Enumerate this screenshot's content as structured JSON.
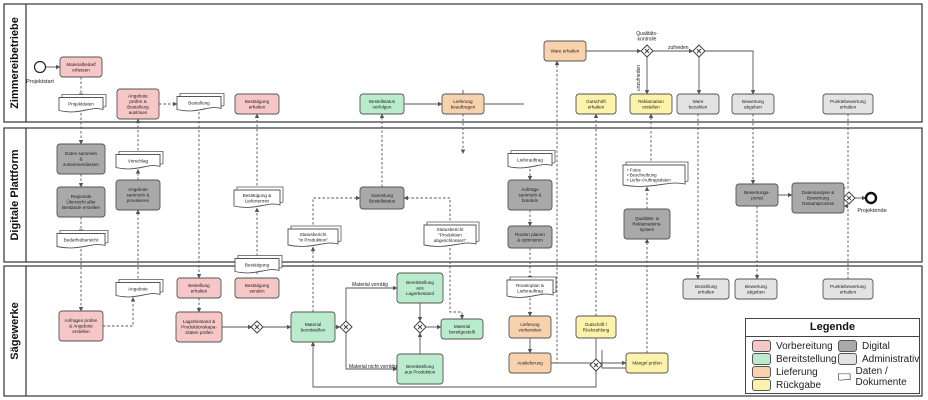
{
  "lanes": [
    {
      "id": "z",
      "label": "Zimmereibetriebe"
    },
    {
      "id": "d",
      "label": "Digitale Plattform"
    },
    {
      "id": "s",
      "label": "Sägewerke"
    }
  ],
  "colors": {
    "vorbereitung": "#f7c6c7",
    "bereitstellung": "#b9ebcc",
    "lieferung": "#f8d1ad",
    "rueckgabe": "#fdf2a9",
    "digital": "#a9a9a9",
    "administrativ": "#e3e3e3",
    "document": "#ffffff",
    "stroke": "#555555"
  },
  "events": {
    "start": "Projektstart",
    "end": "Projektende"
  },
  "annotations": {
    "qualitaetskontrolle": "Qualitäts-\nkontrolle",
    "zufrieden": "zufrieden",
    "unzufrieden": "unzufrieden",
    "material_vorratig": "Material vorrätig",
    "material_nicht_vorratig": "Material nicht vorrätig"
  },
  "tasks": [
    {
      "id": "t1",
      "label": "Materialbedarf\nerfassen",
      "cat": "vorbereitung"
    },
    {
      "id": "t2",
      "label": "Angebote\nprüfen &\nBestellung\nauslösen",
      "cat": "vorbereitung"
    },
    {
      "id": "t3",
      "label": "Bestätigung\nerhalten",
      "cat": "vorbereitung"
    },
    {
      "id": "t4",
      "label": "Bestellstatus\nverfolgen",
      "cat": "bereitstellung"
    },
    {
      "id": "t5",
      "label": "Lieferung\nbeauftragen",
      "cat": "lieferung"
    },
    {
      "id": "t6",
      "label": "Ware erhalten",
      "cat": "lieferung"
    },
    {
      "id": "t7",
      "label": "Gutschrift\nerhalten",
      "cat": "rueckgabe"
    },
    {
      "id": "t8",
      "label": "Reklamation\nerstellen",
      "cat": "rueckgabe"
    },
    {
      "id": "t9",
      "label": "Ware\nbezahlen",
      "cat": "administrativ"
    },
    {
      "id": "t10",
      "label": "Bewertung\nabgeben",
      "cat": "administrativ"
    },
    {
      "id": "t11",
      "label": "Punktebewertung\nerhalten",
      "cat": "administrativ"
    },
    {
      "id": "t12",
      "label": "Daten sammeln\n&\nzusammenfassen",
      "cat": "digital"
    },
    {
      "id": "t13",
      "label": "Regionale\nÜbersicht aller\nBestände erstellen",
      "cat": "digital"
    },
    {
      "id": "t14",
      "label": "Angebote\nsammeln &\nprovisieren",
      "cat": "digital"
    },
    {
      "id": "t15",
      "label": "Sammlung\nBestellstatus",
      "cat": "digital"
    },
    {
      "id": "t16",
      "label": "Aufträge\nsammeln &\nbündeln",
      "cat": "digital"
    },
    {
      "id": "t17",
      "label": "Routen planen\n& optimieren",
      "cat": "digital"
    },
    {
      "id": "t18",
      "label": "Qualitäts- &\nReklamations-\nsystem",
      "cat": "digital"
    },
    {
      "id": "t19",
      "label": "Bewertungs-\nportal",
      "cat": "digital"
    },
    {
      "id": "t20",
      "label": "Datenanalyse &\nBewertung\nGesamtprozess",
      "cat": "digital"
    },
    {
      "id": "t21",
      "label": "Anfragen prüfen\n& Angebote\nerstellen",
      "cat": "vorbereitung"
    },
    {
      "id": "t22",
      "label": "Bestellung\nerhalten",
      "cat": "vorbereitung"
    },
    {
      "id": "t23",
      "label": "Lagerbestand &\nProduktionskapa-\nzitäten prüfen",
      "cat": "vorbereitung"
    },
    {
      "id": "t24",
      "label": "Bestätigung\nsenden",
      "cat": "vorbereitung"
    },
    {
      "id": "t25",
      "label": "Material\nbereitstellen",
      "cat": "bereitstellung"
    },
    {
      "id": "t26",
      "label": "Bereitstellung\naus\nLagerbestand",
      "cat": "bereitstellung"
    },
    {
      "id": "t27",
      "label": "Material\nbereitgestellt",
      "cat": "bereitstellung"
    },
    {
      "id": "t28",
      "label": "Bereitstellung\naus Produktion",
      "cat": "bereitstellung"
    },
    {
      "id": "t29",
      "label": "Lieferung\nvorbereiten",
      "cat": "lieferung"
    },
    {
      "id": "t30",
      "label": "Auslieferung",
      "cat": "lieferung"
    },
    {
      "id": "t31",
      "label": "Gutschrift /\nRückzahlung",
      "cat": "rueckgabe"
    },
    {
      "id": "t32",
      "label": "Mängel prüfen",
      "cat": "rueckgabe"
    },
    {
      "id": "t33",
      "label": "Bezahlung\nerhalten",
      "cat": "administrativ"
    },
    {
      "id": "t34",
      "label": "Bewertung\nabgeben",
      "cat": "administrativ"
    },
    {
      "id": "t35",
      "label": "Punktebewertung\nerhalten",
      "cat": "administrativ"
    }
  ],
  "documents": [
    {
      "id": "d1",
      "label": "Projektdaten"
    },
    {
      "id": "d2",
      "label": "Bestellung"
    },
    {
      "id": "d3",
      "label": "Vorschlag"
    },
    {
      "id": "d4",
      "label": "Bedarfsübersicht"
    },
    {
      "id": "d5",
      "label": "Angebote"
    },
    {
      "id": "d6",
      "label": "Bestätigung &\nLiefertermin"
    },
    {
      "id": "d7",
      "label": "Bestätigung"
    },
    {
      "id": "d8",
      "label": "Statusbericht\n\"in Produktion\""
    },
    {
      "id": "d9",
      "label": "Statusbericht\n\"Produktion\nabgeschlossen\""
    },
    {
      "id": "d10",
      "label": "Lieferauftrag"
    },
    {
      "id": "d11",
      "label": "Routenplan &\nLieferauftrag"
    },
    {
      "id": "d12",
      "label": "• Fotos\n• Beschreibung\n• Liefer-/Auftragsdaten"
    }
  ],
  "legend": {
    "title": "Legende",
    "items": [
      {
        "label": "Vorbereitung",
        "cat": "vorbereitung"
      },
      {
        "label": "Digital",
        "cat": "digital"
      },
      {
        "label": "Bereitstellung",
        "cat": "bereitstellung"
      },
      {
        "label": "Administrativ",
        "cat": "administrativ"
      },
      {
        "label": "Lieferung",
        "cat": "lieferung"
      },
      {
        "label": "Daten / Dokumente",
        "cat": "document"
      },
      {
        "label": "Rückgabe",
        "cat": "rueckgabe"
      }
    ]
  }
}
